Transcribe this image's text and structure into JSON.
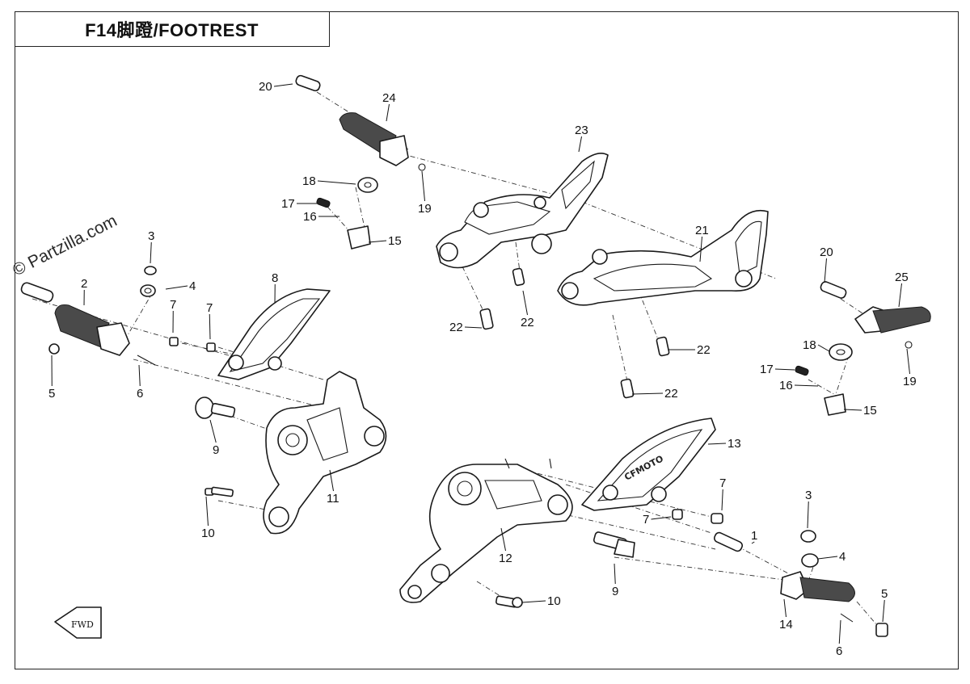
{
  "header": {
    "title": "F14脚蹬/FOOTREST"
  },
  "watermark": "© Partzilla.com",
  "fwd_label": "FWD",
  "brand_logo": "CFMOTO",
  "callouts": [
    {
      "id": "c-20a",
      "label": "20"
    },
    {
      "id": "c-24",
      "label": "24"
    },
    {
      "id": "c-23",
      "label": "23"
    },
    {
      "id": "c-18a",
      "label": "18"
    },
    {
      "id": "c-19a",
      "label": "19"
    },
    {
      "id": "c-17a",
      "label": "17"
    },
    {
      "id": "c-16a",
      "label": "16"
    },
    {
      "id": "c-15a",
      "label": "15"
    },
    {
      "id": "c-22a",
      "label": "22"
    },
    {
      "id": "c-22b",
      "label": "22"
    },
    {
      "id": "c-21",
      "label": "21"
    },
    {
      "id": "c-20b",
      "label": "20"
    },
    {
      "id": "c-25",
      "label": "25"
    },
    {
      "id": "c-18b",
      "label": "18"
    },
    {
      "id": "c-22c",
      "label": "22"
    },
    {
      "id": "c-17b",
      "label": "17"
    },
    {
      "id": "c-16b",
      "label": "16"
    },
    {
      "id": "c-19b",
      "label": "19"
    },
    {
      "id": "c-22d",
      "label": "22"
    },
    {
      "id": "c-15b",
      "label": "15"
    },
    {
      "id": "c-3a",
      "label": "3"
    },
    {
      "id": "c-2",
      "label": "2"
    },
    {
      "id": "c-4a",
      "label": "4"
    },
    {
      "id": "c-8",
      "label": "8"
    },
    {
      "id": "c-7a",
      "label": "7"
    },
    {
      "id": "c-7b",
      "label": "7"
    },
    {
      "id": "c-5a",
      "label": "5"
    },
    {
      "id": "c-6a",
      "label": "6"
    },
    {
      "id": "c-9a",
      "label": "9"
    },
    {
      "id": "c-11",
      "label": "11"
    },
    {
      "id": "c-10a",
      "label": "10"
    },
    {
      "id": "c-13",
      "label": "13"
    },
    {
      "id": "c-7c",
      "label": "7"
    },
    {
      "id": "c-7d",
      "label": "7"
    },
    {
      "id": "c-3b",
      "label": "3"
    },
    {
      "id": "c-1",
      "label": "1"
    },
    {
      "id": "c-4b",
      "label": "4"
    },
    {
      "id": "c-12",
      "label": "12"
    },
    {
      "id": "c-9b",
      "label": "9"
    },
    {
      "id": "c-10b",
      "label": "10"
    },
    {
      "id": "c-14",
      "label": "14"
    },
    {
      "id": "c-5b",
      "label": "5"
    },
    {
      "id": "c-6b",
      "label": "6"
    }
  ]
}
